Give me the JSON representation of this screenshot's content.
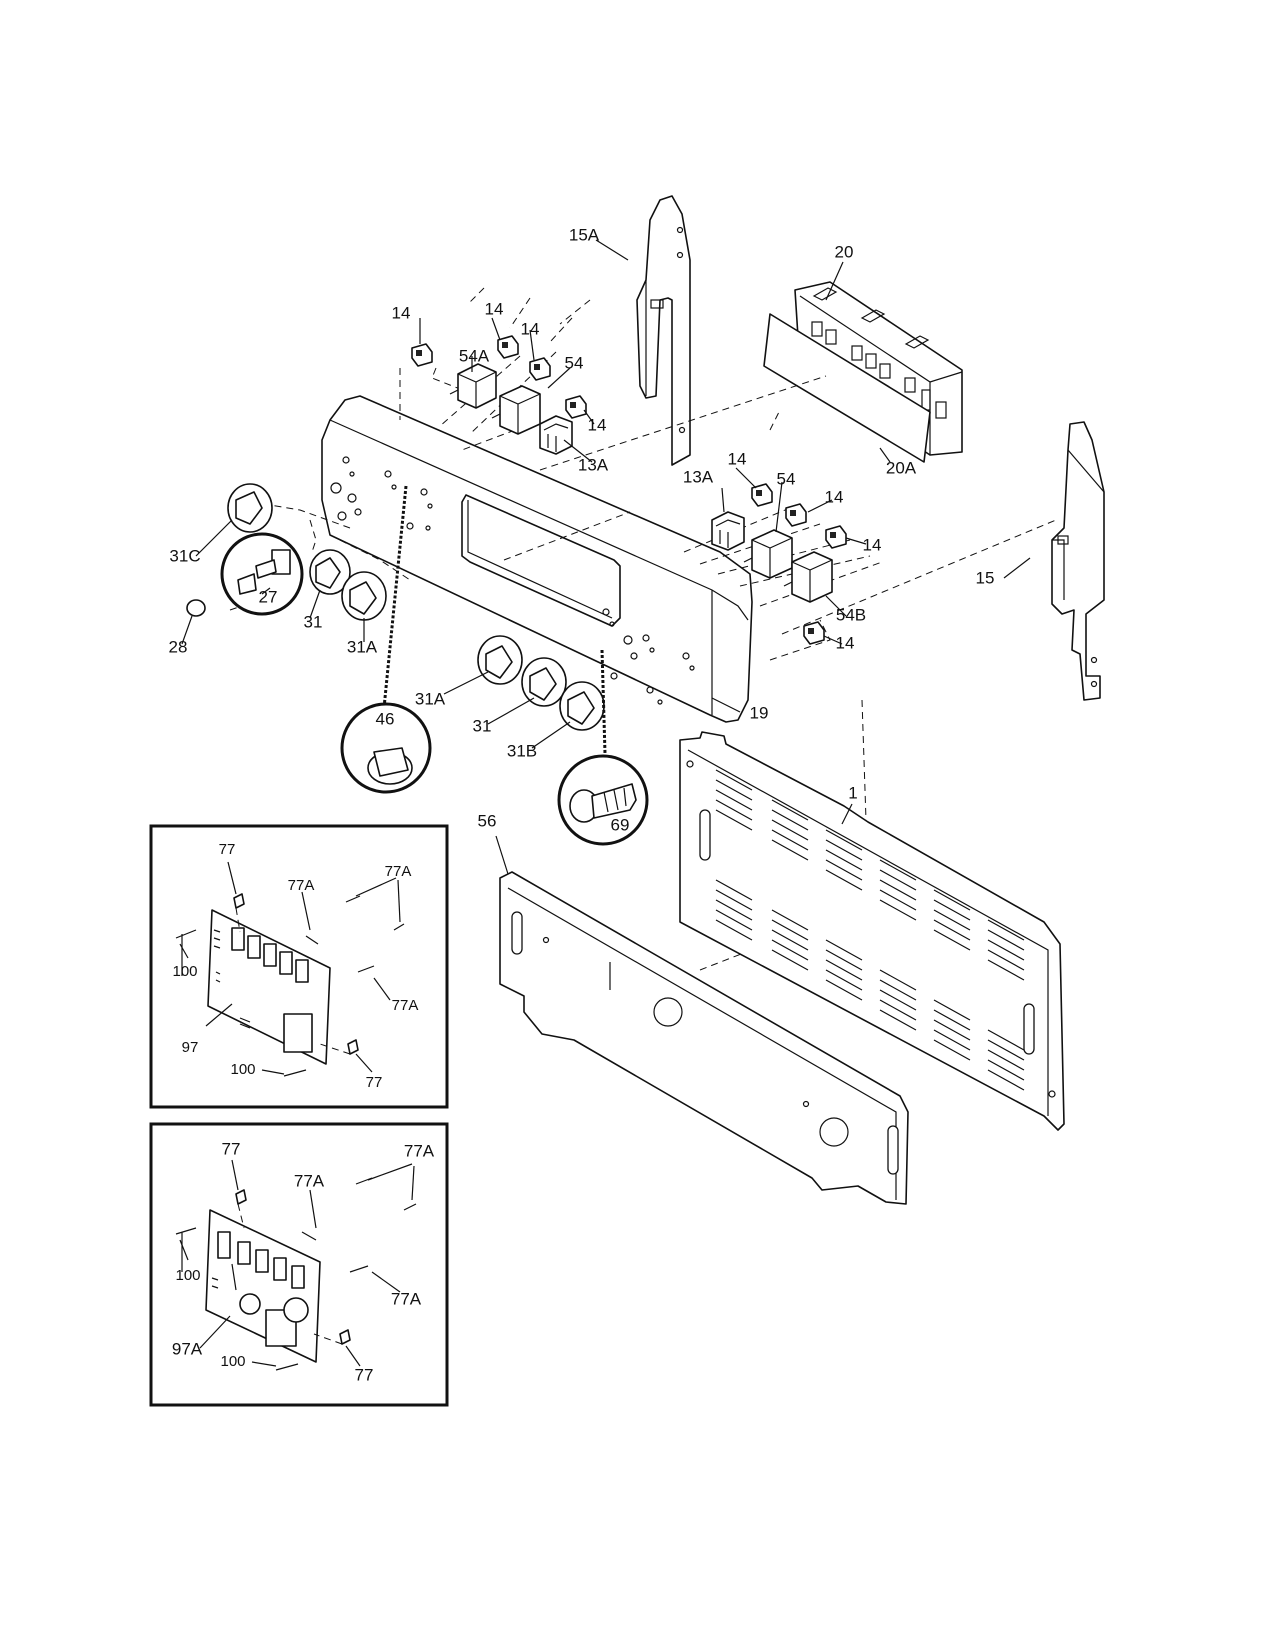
{
  "callouts": {
    "c20": "20",
    "c15A": "15A",
    "c20A": "20A",
    "c14_a": "14",
    "c14_b": "14",
    "c14_c": "14",
    "c14_d": "14",
    "c14_e": "14",
    "c14_f": "14",
    "c14_g": "14",
    "c14_h": "14",
    "c54A": "54A",
    "c54_a": "54",
    "c54_b": "54",
    "c54B": "54B",
    "c13A_a": "13A",
    "c13A_b": "13A",
    "c15": "15",
    "c31C": "31C",
    "c27": "27",
    "c28": "28",
    "c31_a": "31",
    "c31_b": "31",
    "c31A_a": "31A",
    "c31A_b": "31A",
    "c31B": "31B",
    "c19": "19",
    "c46": "46",
    "c69": "69",
    "c1": "1",
    "c56": "56"
  },
  "inset1": {
    "c77_top": "77",
    "c77A_a": "77A",
    "c77A_b": "77A",
    "c77A_c": "77A",
    "c100_a": "100",
    "c100_b": "100",
    "c97": "97",
    "c77_bottom": "77"
  },
  "inset2": {
    "c77_top": "77",
    "c77A_a": "77A",
    "c77A_b": "77A",
    "c77A_c": "77A",
    "c100_a": "100",
    "c100_b": "100",
    "c97A": "97A",
    "c77_bottom": "77"
  }
}
